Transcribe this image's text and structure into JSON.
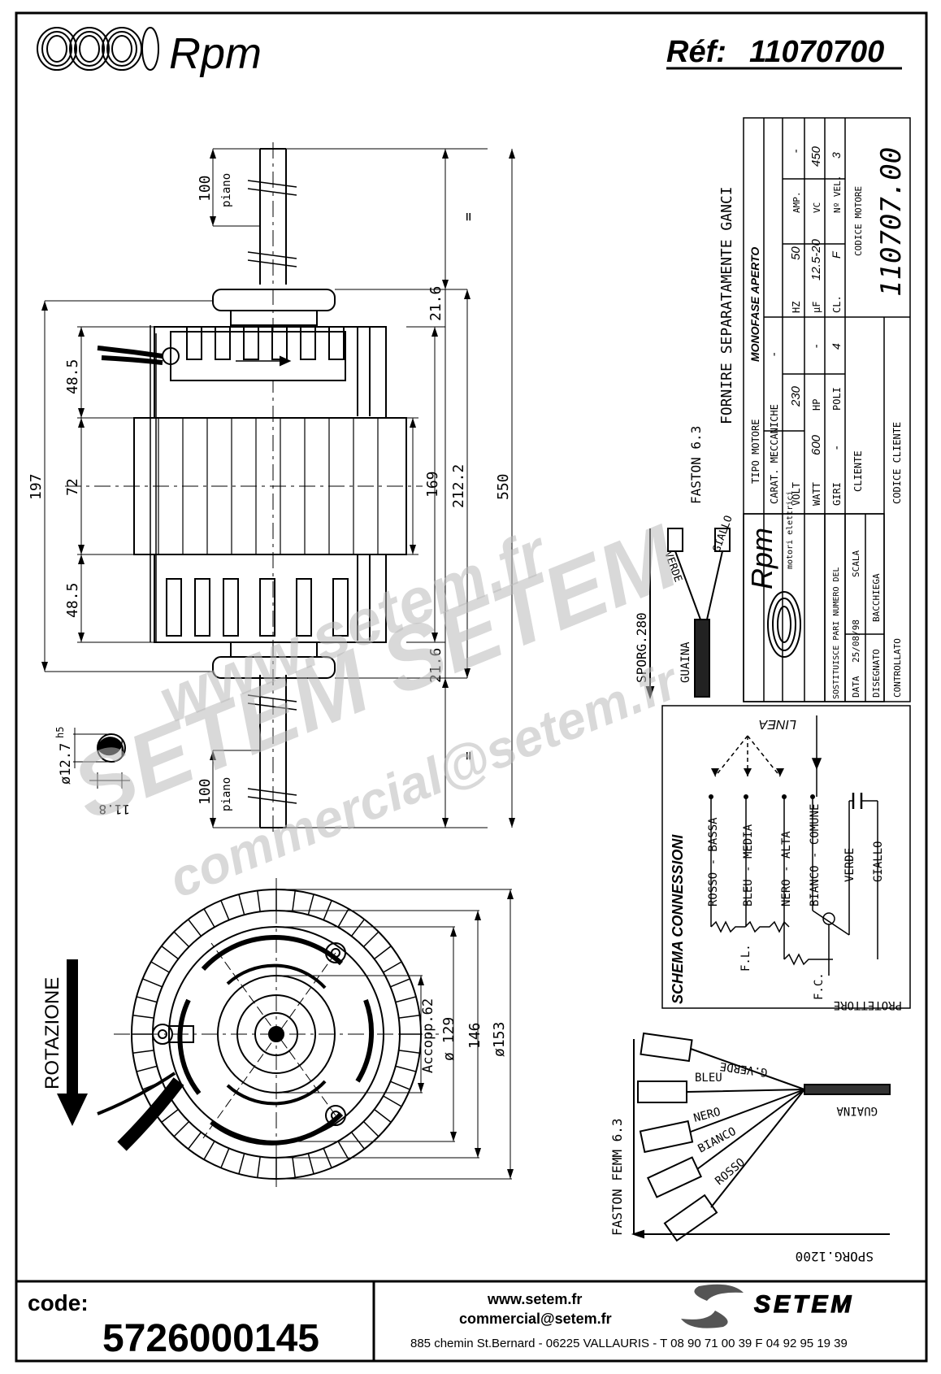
{
  "header": {
    "brand": "Rpm",
    "ref_label": "Réf:",
    "ref_value": "11070700"
  },
  "dimensions": {
    "shaft_top": "100",
    "shaft_top_note": "piano",
    "hub_top": "21.6",
    "upper_winding": "48.5",
    "stator": "72",
    "lower_winding": "48.5",
    "hub_bottom": "21.6",
    "overall_body": "197",
    "stator_body": "169",
    "between_hubs": "212.2",
    "total_length": "550",
    "equal_mark": "=",
    "shaft_bottom": "100",
    "shaft_bottom_note": "piano",
    "shaft_dia": "ø12.7",
    "shaft_tol": "h5",
    "flat": "11.8",
    "accopp": "Accopp.62",
    "d129": "ø 129",
    "d146": "146",
    "d153": "ø153",
    "rotation": "ROTAZIONE"
  },
  "title_block": {
    "note": "FORNIRE SEPARATAMENTE GANCI",
    "tipo_label": "TIPO MOTORE",
    "tipo_value": "MONOFASE APERTO",
    "carat_label": "CARAT. MECCANICHE",
    "carat_value": "-",
    "volt_label": "VOLT",
    "volt_value": "230",
    "hz_label": "HZ",
    "hz_value": "50",
    "amp_label": "AMP.",
    "amp_value": "-",
    "watt_label": "WATT",
    "watt_value": "600",
    "hp_label": "HP",
    "hp_value": "-",
    "uf_label": "μF",
    "uf_value": "12.5-20",
    "vc_label": "VC",
    "vc_value": "450",
    "giri_label": "GIRI",
    "giri_value": "-",
    "poli_label": "POLI",
    "poli_value": "4",
    "cl_label": "CL.",
    "cl_value": "F",
    "nvel_label": "Nº VEL.",
    "nvel_value": "3",
    "cliente_label": "CLIENTE",
    "codice_motore_label": "CODICE MOTORE",
    "codice_motore_value": "110707.00",
    "codice_cliente_label": "CODICE CLIENTE",
    "logo_brand": "Rpm",
    "logo_sub": "motori elettrici",
    "sostituisce_label": "SOSTITUISCE PARI NUMERO DEL",
    "data_label": "DATA",
    "data_value": "25/08/98",
    "scala_label": "SCALA",
    "disegnato_label": "DISEGNATO",
    "disegnato_value": "BACCHIEGA",
    "controllato_label": "CONTROLLATO"
  },
  "leads_top": {
    "faston": "FASTON 6.3",
    "verde": "VERDE",
    "giallo": "GIALLO",
    "guaina": "GUAINA",
    "sporg": "SPORG.280"
  },
  "schema": {
    "title": "SCHEMA CONNESSIONI",
    "linea": "LINEA",
    "rosso": "ROSSO - BASSA",
    "bleu": "BLEU - MEDIA",
    "nero": "NERO - ALTA",
    "bianco": "BIANCO - COMUNE",
    "verde": "VERDE",
    "giallo": "GIALLO",
    "fl": "F.L.",
    "fc": "F.C.",
    "protettore": "PROTETTORE"
  },
  "leads_bottom": {
    "faston": "FASTON FEMM 6.3",
    "gverde": "G.VERDE",
    "bleu": "BLEU",
    "nero": "NERO",
    "bianco": "BIANCO",
    "rosso": "ROSSO",
    "guaina": "GUAINA",
    "sporg": "SPORG.1200"
  },
  "footer": {
    "code_label": "code:",
    "code_value": "5726000145",
    "web": "www.setem.fr",
    "email": "commercial@setem.fr",
    "company": "SETEM",
    "address": "885 chemin St.Bernard  -  06225 VALLAURIS  -  T 08 90 71 00 39  F 04 92 95 19 39"
  },
  "watermark": {
    "line1": "www.setem.fr",
    "line2": "SETEM SETEM",
    "line3": "commercial@setem.fr"
  }
}
